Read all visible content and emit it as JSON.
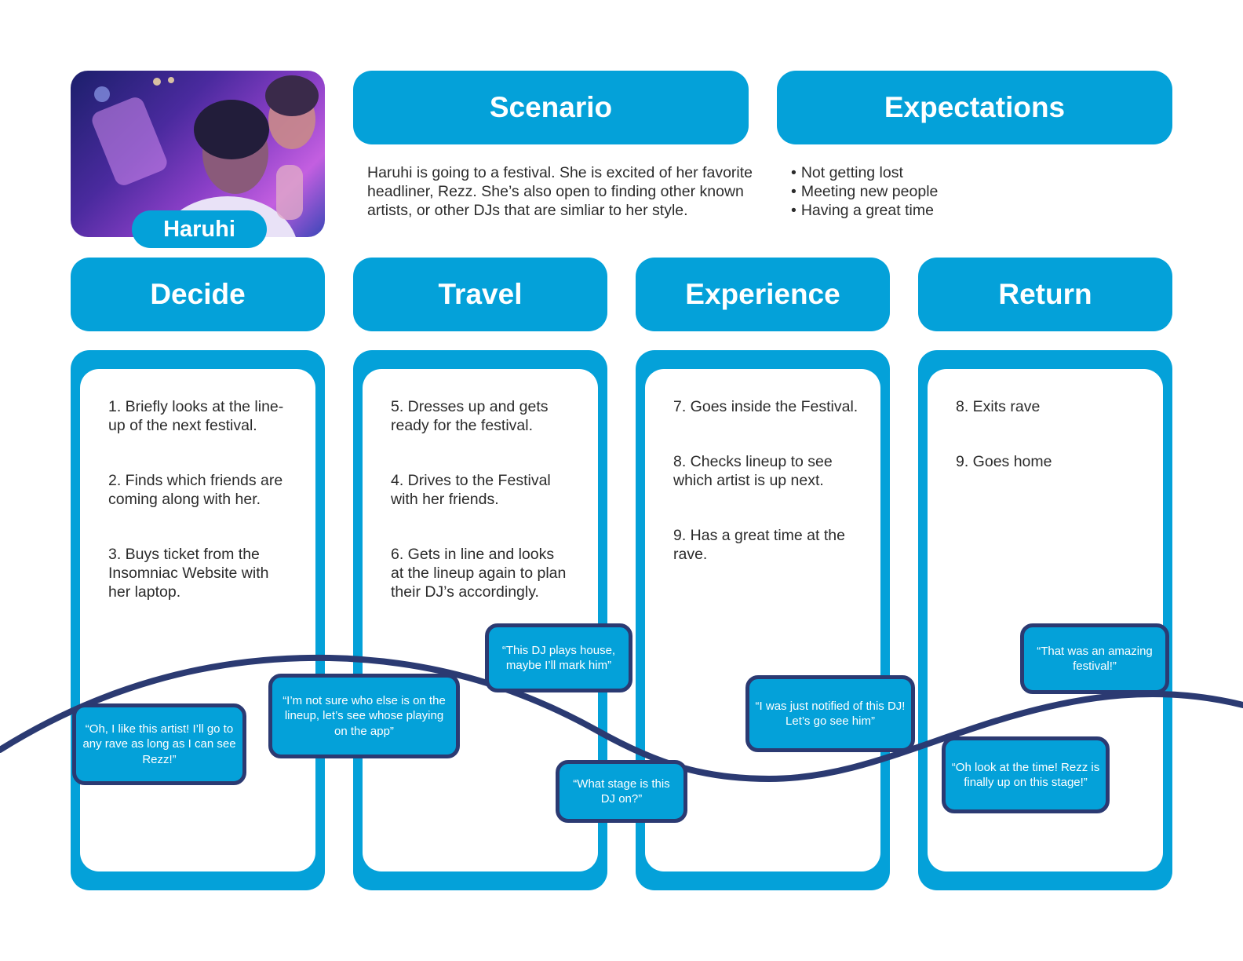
{
  "colors": {
    "accent": "#04a1d9",
    "curve": "#2b3a72",
    "bubble_border": "#2b3a72"
  },
  "persona": {
    "name": "Haruhi",
    "photo_icon": "persona-photo"
  },
  "scenario": {
    "title": "Scenario",
    "lines": [
      "Haruhi is going to a festival. She is excited of her favorite",
      "headliner, Rezz. She’s also open to finding other known",
      "artists, or other DJs that are simliar to her style."
    ]
  },
  "expectations": {
    "title": "Expectations",
    "items": [
      "Not getting lost",
      "Meeting new people",
      "Having a great time"
    ]
  },
  "stages": [
    {
      "title": "Decide",
      "steps": [
        [
          "1. Briefly looks at the line-",
          "up of the next festival."
        ],
        [
          "2. Finds which friends are",
          "coming along with her."
        ],
        [
          "3. Buys ticket from the",
          "Insomniac Website with",
          "her laptop."
        ]
      ]
    },
    {
      "title": "Travel",
      "steps": [
        [
          "5. Dresses up and gets",
          "ready for the festival."
        ],
        [
          "4. Drives to the Festival",
          "with her friends."
        ],
        [
          "6. Gets in line and looks",
          "at the lineup again to plan",
          "their DJ’s accordingly."
        ]
      ]
    },
    {
      "title": "Experience",
      "steps": [
        [
          "7. Goes inside the Festival."
        ],
        [
          "8. Checks lineup to see",
          "which artist is up next."
        ],
        [
          "9.  Has a great time at the",
          "rave."
        ]
      ]
    },
    {
      "title": "Return",
      "steps": [
        [
          "8. Exits rave"
        ],
        [
          "9. Goes home"
        ]
      ]
    }
  ],
  "quotes": [
    [
      "“Oh, I like this artist! I’ll go to",
      "any rave as long as I can see",
      "Rezz!”"
    ],
    [
      "“I’m not sure who else is on the",
      "lineup, let’s see whose playing",
      "on the app”"
    ],
    [
      "“This DJ plays house,",
      "maybe I’ll mark him”"
    ],
    [
      "“What stage is this",
      "DJ on?”"
    ],
    [
      "“I was just notified of this DJ!",
      "Let’s go see him”"
    ],
    [
      "“That was an amazing",
      "festival!”"
    ],
    [
      "“Oh look at the time! Rezz is",
      "finally up on this stage!”"
    ]
  ]
}
